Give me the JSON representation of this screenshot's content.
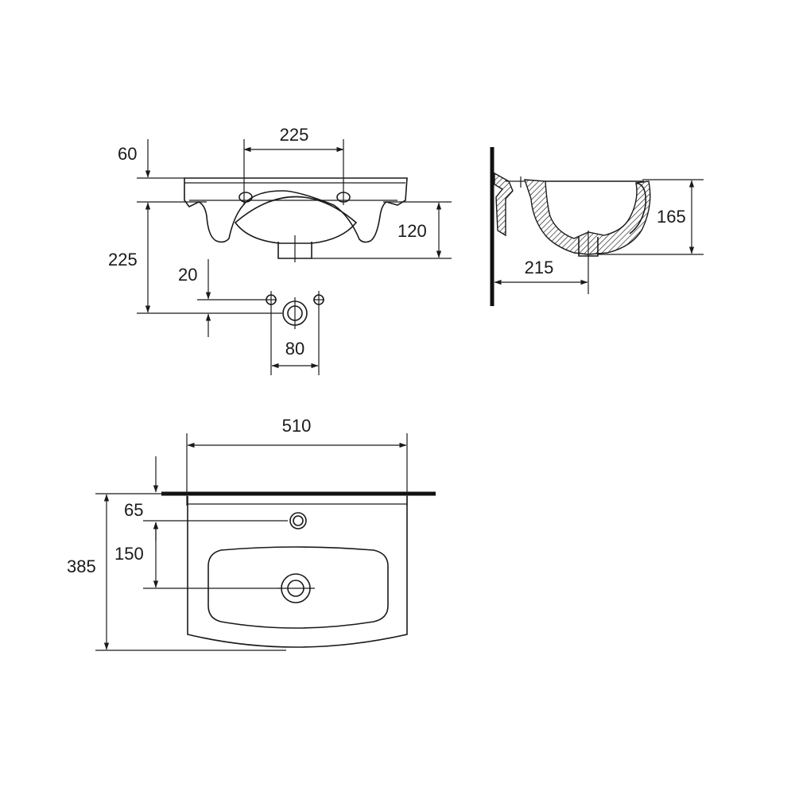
{
  "front_view": {
    "dim_faucet_spacing": "225",
    "dim_top_thickness": "60",
    "dim_depth_to_holes": "225",
    "dim_bowl_height": "120",
    "dim_hole_offset": "20",
    "dim_hole_spacing": "80"
  },
  "side_view": {
    "dim_height": "165",
    "dim_drain_from_wall": "215"
  },
  "top_view": {
    "dim_width": "510",
    "dim_depth": "385",
    "dim_tap_from_wall": "65",
    "dim_tap_to_drain": "150"
  }
}
